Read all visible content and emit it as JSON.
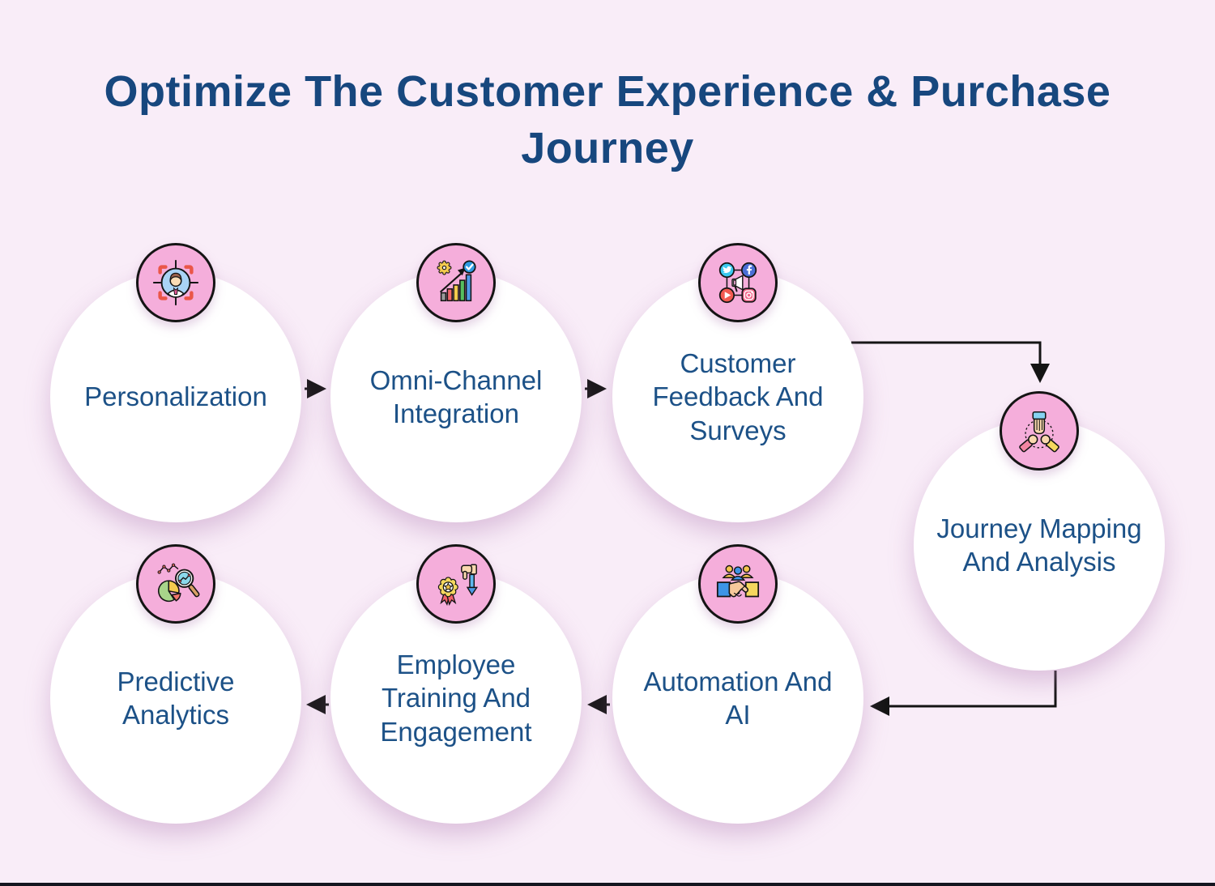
{
  "title": "Optimize The Customer Experience & Purchase Journey",
  "colors": {
    "background": "#F9EDF8",
    "title_text": "#17477E",
    "label_text": "#1C5187",
    "circle_fill": "#FFFFFF",
    "badge_fill": "#F5AEDB",
    "badge_border": "#141414",
    "arrow": "#141414",
    "bottom_bar": "#15151F"
  },
  "nodes": [
    {
      "label": "Personalization",
      "icon": "person-target-icon"
    },
    {
      "label": "Omni-Channel Integration",
      "icon": "growth-chart-icon"
    },
    {
      "label": "Customer Feedback And Surveys",
      "icon": "social-network-icon"
    },
    {
      "label": "Journey Mapping And Analysis",
      "icon": "teamwork-hands-icon"
    },
    {
      "label": "Automation And AI",
      "icon": "handshake-icon"
    },
    {
      "label": "Employee Training And Engagement",
      "icon": "award-thumbs-down-icon"
    },
    {
      "label": "Predictive Analytics",
      "icon": "predictive-analytics-icon"
    }
  ],
  "flow_order": [
    "Personalization",
    "Omni-Channel Integration",
    "Customer Feedback And Surveys",
    "Journey Mapping And Analysis",
    "Automation And AI",
    "Employee Training And Engagement",
    "Predictive Analytics"
  ]
}
